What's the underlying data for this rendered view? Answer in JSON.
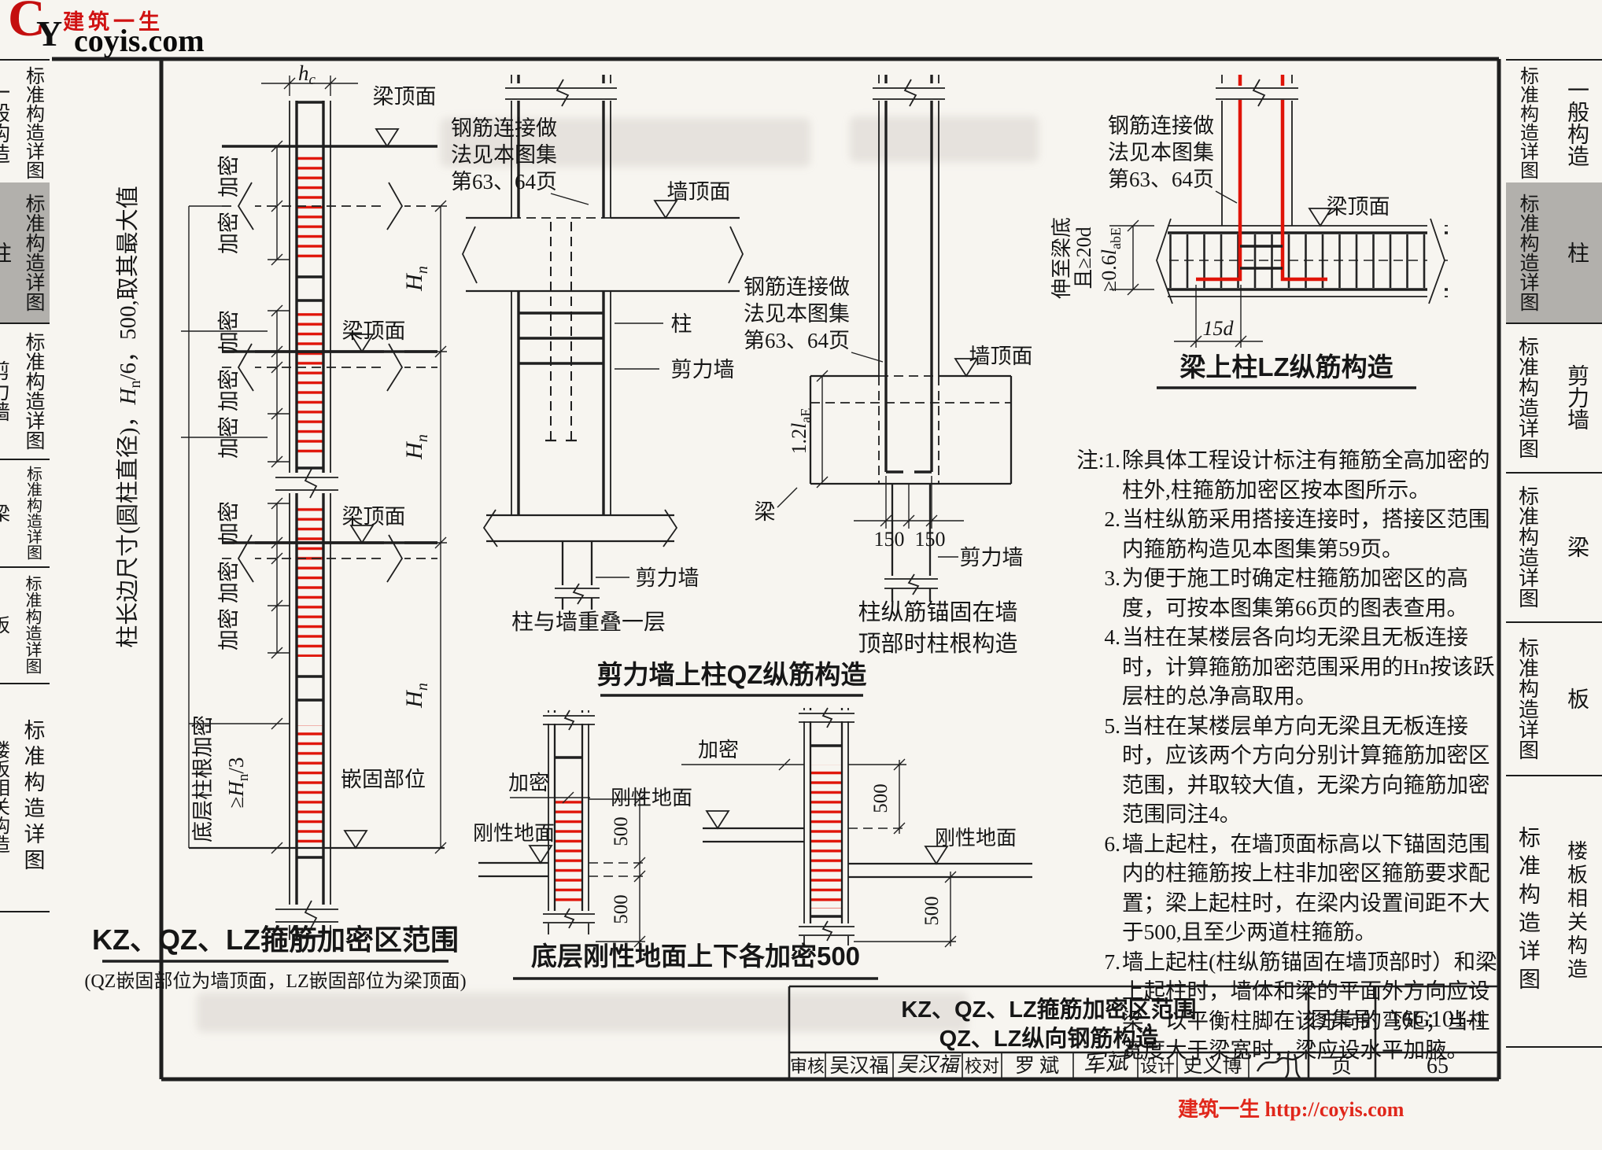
{
  "logo": {
    "c": "C",
    "y": "Y",
    "brand": "建筑一生",
    "site": "coyis.com"
  },
  "sidebar": {
    "tab": "标准构造详图",
    "items": [
      {
        "label": "一般构造"
      },
      {
        "label": "柱"
      },
      {
        "label": "剪力墙"
      },
      {
        "label": "梁"
      },
      {
        "label": "板"
      },
      {
        "label": "楼板相关构造"
      }
    ],
    "active_index": 1
  },
  "rebar_note": {
    "l1": "钢筋连接做",
    "l2": "法见本图集",
    "l3": "第63、64页"
  },
  "sym": {
    "H": "H",
    "n": "n",
    "h": "h",
    "c": "c",
    "l": "l",
    "x12": "1.2",
    "aE": "aE",
    "x06": "≥0.6",
    "abE": "abE",
    "d15": "15d",
    "ge": "≥",
    "div3": "/3",
    "snote_pre": "柱长边尺寸(圆柱直径)，",
    "snote_suf": "/6，500,取其最大值"
  },
  "d1": {
    "beam_top": "梁顶面",
    "jiami": "加密",
    "base_label": "底层柱根加密",
    "anchor": "嵌固部位",
    "title": "KZ、QZ、LZ箍筋加密区范围",
    "subtitle": "(QZ嵌固部位为墙顶面，LZ嵌固部位为梁顶面)"
  },
  "d2": {
    "wall_top": "墙顶面",
    "col": "柱",
    "wall": "剪力墙",
    "overlap": "柱与墙重叠一层",
    "title": "剪力墙上柱QZ纵筋构造"
  },
  "d3": {
    "wall_top": "墙顶面",
    "beam": "梁",
    "d150": "150",
    "wall": "剪力墙",
    "cap1": "柱纵筋锚固在墙",
    "cap2": "顶部时柱根构造"
  },
  "d4": {
    "beam_top": "梁顶面",
    "ext1": "伸至梁底",
    "ext2": "且≥20d",
    "title": "梁上柱LZ纵筋构造"
  },
  "d5": {
    "jiami": "加密",
    "ground": "刚性地面",
    "d500": "500",
    "caption": "底层刚性地面上下各加密500"
  },
  "notes": {
    "items": [
      {
        "n": "注:1.",
        "t": "除具体工程设计标注有箍筋全高加密的柱外,柱箍筋加密区按本图所示。"
      },
      {
        "n": "2.",
        "t": "当柱纵筋采用搭接连接时，搭接区范围内箍筋构造见本图集第59页。"
      },
      {
        "n": "3.",
        "t": "为便于施工时确定柱箍筋加密区的高度，可按本图集第66页的图表查用。"
      },
      {
        "n": "4.",
        "t": "当柱在某楼层各向均无梁且无板连接时，计算箍筋加密范围采用的Hn按该跃层柱的总净高取用。"
      },
      {
        "n": "5.",
        "t": "当柱在某楼层单方向无梁且无板连接时，应该两个方向分别计算箍筋加密区范围，并取较大值，无梁方向箍筋加密范围同注4。"
      },
      {
        "n": "6.",
        "t": "墙上起柱，在墙顶面标高以下锚固范围内的柱箍筋按上柱非加密区箍筋要求配置；梁上起柱时，在梁内设置间距不大于500,且至少两道柱箍筋。"
      },
      {
        "n": "7.",
        "t": "墙上起柱(柱纵筋锚固在墙顶部时）和梁上起柱时，墙体和梁的平面外方向应设梁，以平衡柱脚在该方向的弯矩；当柱宽度大于梁宽时，梁应设水平加腋。"
      }
    ]
  },
  "titleblock": {
    "title1": "KZ、QZ、LZ箍筋加密区范围",
    "title2": "QZ、LZ纵向钢筋构造",
    "tj_label": "图集号",
    "tj_value": "16G101-1",
    "page_label": "页",
    "page_value": "65",
    "shen_he": "审核",
    "shr": "吴汉福",
    "shr_sig": "吴汉福",
    "jiao_dui": "校对",
    "jdr": "罗  斌",
    "jdr_sig": "军斌",
    "she_ji": "设计",
    "sjr": "史义博"
  },
  "watermark": "建筑一生 http://coyis.com"
}
